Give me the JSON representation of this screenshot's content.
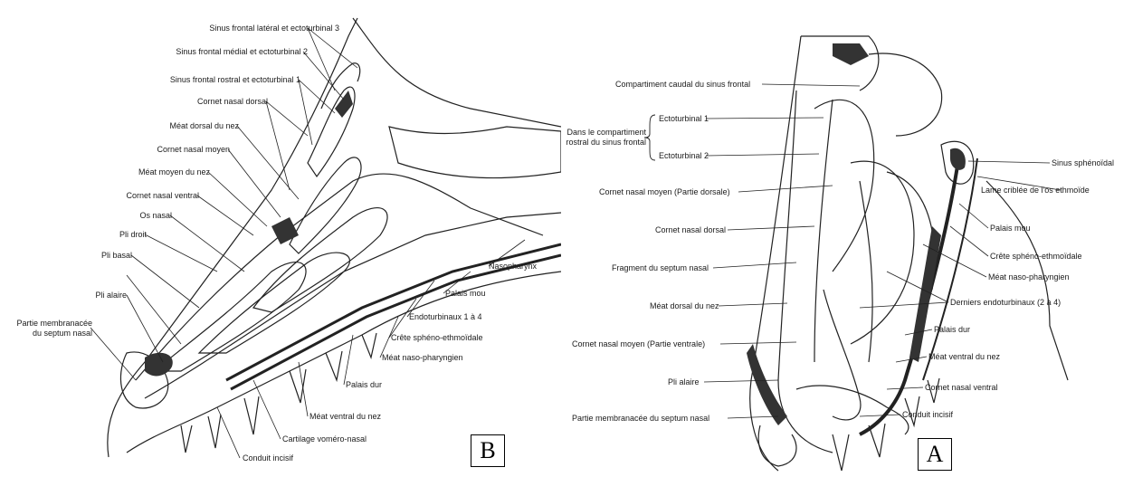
{
  "panel_b": {
    "letter": "B",
    "labels": [
      "Sinus frontal latéral et ectoturbinal 3",
      "Sinus frontal médial et ectoturbinal 2",
      "Sinus frontal rostral et ectoturbinal 1",
      "Cornet nasal dorsal",
      "Méat dorsal du nez",
      "Cornet nasal moyen",
      "Méat moyen du nez",
      "Cornet nasal ventral",
      "Os nasal",
      "Pli droit",
      "Pli basal",
      "Pli alaire",
      "Partie membranacée",
      "du septum nasal",
      "Nasopharynx",
      "Palais mou",
      "Endoturbinaux 1 à 4",
      "Crête sphéno-ethmoïdale",
      "Méat naso-pharyngien",
      "Palais dur",
      "Méat ventral du nez",
      "Cartilage voméro-nasal",
      "Conduit incisif"
    ]
  },
  "panel_a": {
    "letter": "A",
    "labels": [
      "Compartiment caudal du sinus frontal",
      "Dans le compartiment",
      "rostral du sinus frontal",
      "Ectoturbinal 1",
      "Ectoturbinal 2",
      "Cornet nasal moyen (Partie dorsale)",
      "Cornet nasal dorsal",
      "Fragment du septum nasal",
      "Méat dorsal du nez",
      "Cornet nasal moyen (Partie ventrale)",
      "Pli alaire",
      "Partie membranacée du septum nasal",
      "Sinus sphénoïdal",
      "Lame criblée de l'os ethmoïde",
      "Palais mou",
      "Crête sphéno-ethmoïdale",
      "Méat naso-pharyngien",
      "Derniers endoturbinaux (2 à 4)",
      "Palais dur",
      "Méat ventral du nez",
      "Cornet nasal ventral",
      "Conduit incisif"
    ]
  },
  "colors": {
    "ink": "#1a1a1a",
    "bg_text": "#c9c9c9"
  }
}
